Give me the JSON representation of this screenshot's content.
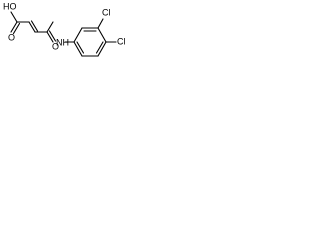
{
  "molecule": {
    "labels": {
      "hydroxyl": "HO",
      "carbonyl_oxygen_acid": "O",
      "carbonyl_oxygen_amide": "O",
      "amide_nitrogen": "NH",
      "chlorine_top": "Cl",
      "chlorine_right": "Cl"
    }
  }
}
